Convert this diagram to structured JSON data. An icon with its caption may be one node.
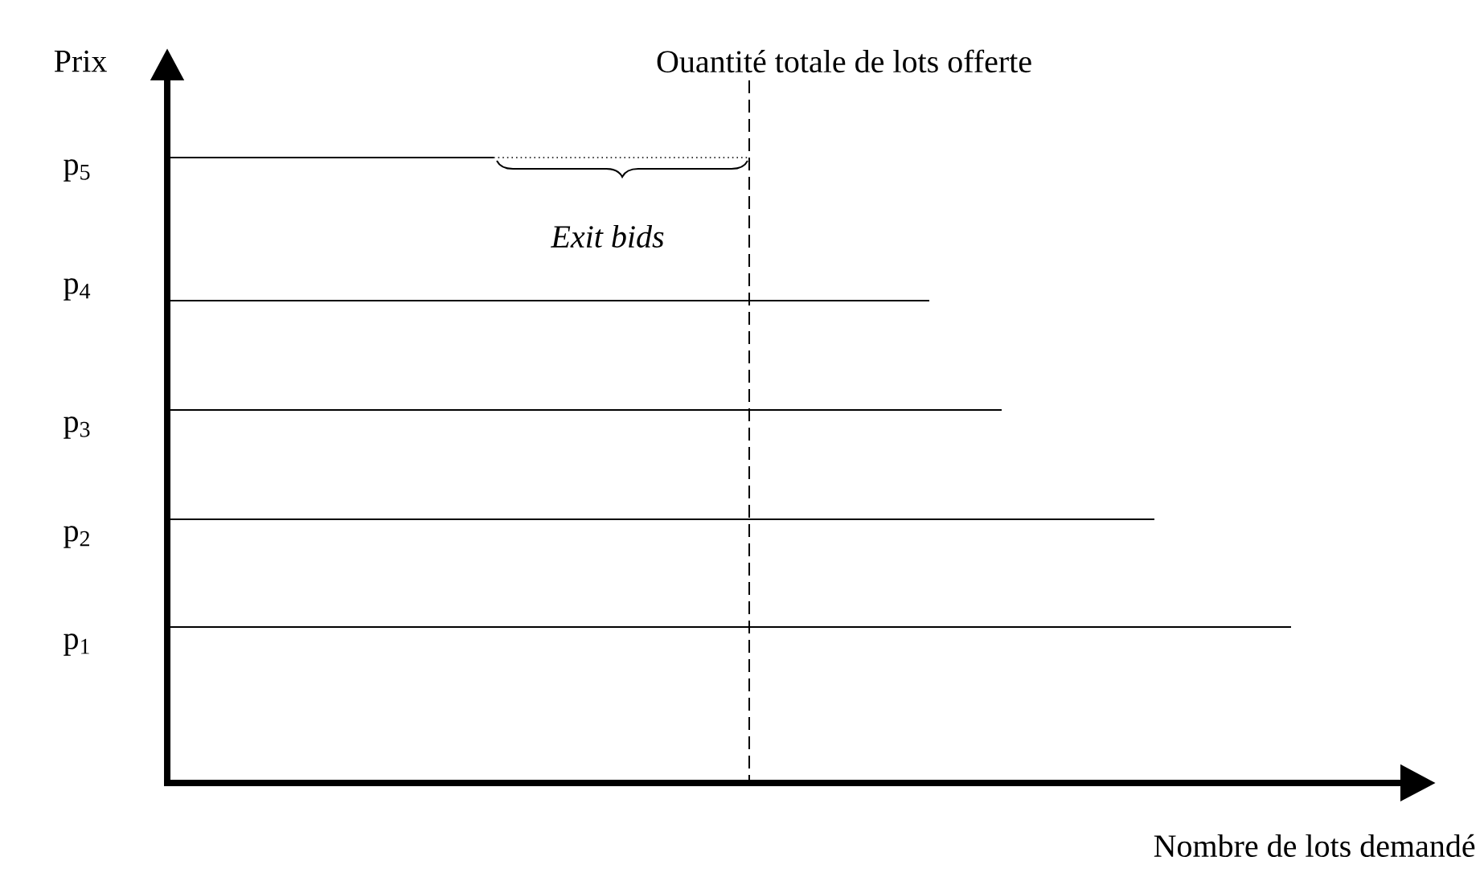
{
  "diagram": {
    "labels": [
      "Prix",
      "Ouantité totale de lots offerte",
      "p$_{5}$",
      "Exit bids",
      "p$_{4}$",
      "p$_{3}$",
      "p$_{2}$",
      "p$_{1}$",
      "Nombre de lots demandé"
    ]
  }
}
